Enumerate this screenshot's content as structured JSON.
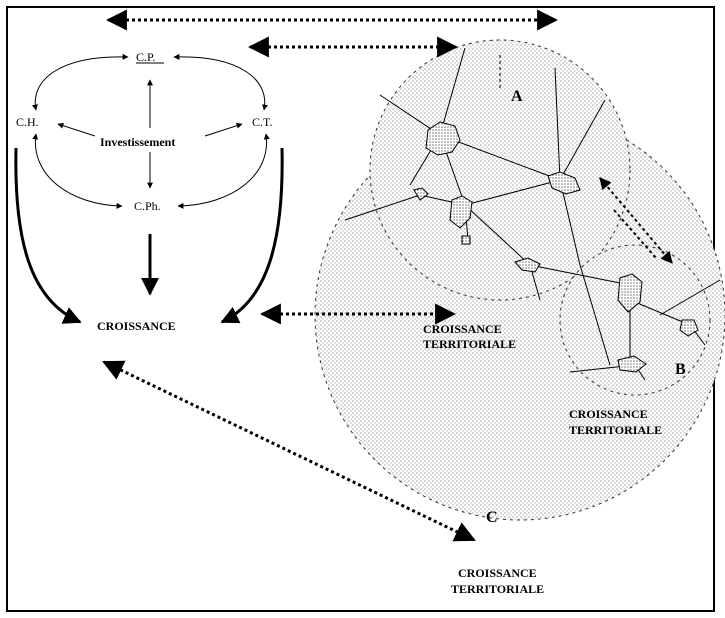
{
  "diagram": {
    "nodes": {
      "cp": "C.P.",
      "ch": "C.H.",
      "ct": "C.T.",
      "cph": "C.Ph.",
      "investissement": "Investissement",
      "croissance": "CROISSANCE"
    },
    "zones": {
      "a": "A",
      "b": "B",
      "c": "C"
    },
    "territorial": {
      "main_line1": "CROISSANCE",
      "main_line2": "TERRITORIALE",
      "b_line1": "CROISSANCE",
      "b_line2": "TERRITORIALE",
      "c_line1": "CROISSANCE",
      "c_line2": "TERRITORIALE"
    }
  }
}
